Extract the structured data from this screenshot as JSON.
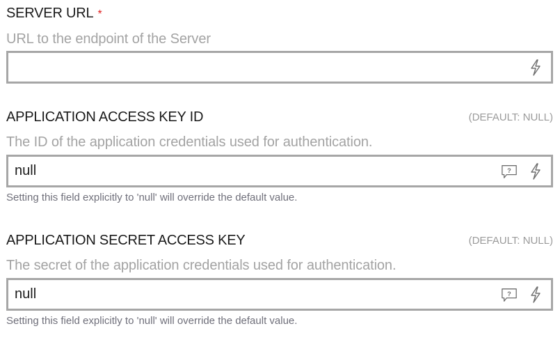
{
  "fields": [
    {
      "label": "SERVER URL",
      "required_marker": "*",
      "description": "URL to the endpoint of the Server",
      "value": "",
      "icons": [
        "lightning-icon"
      ]
    },
    {
      "label": "APPLICATION ACCESS KEY ID",
      "default": "(DEFAULT: NULL)",
      "description": "The ID of the application credentials used for authentication.",
      "value": "null",
      "hint": "Setting this field explicitly to 'null' will override the default value.",
      "icons": [
        "help-comment-icon",
        "lightning-icon"
      ]
    },
    {
      "label": "APPLICATION SECRET ACCESS KEY",
      "default": "(DEFAULT: NULL)",
      "description": "The secret of the application credentials used for authentication.",
      "value": "null",
      "hint": "Setting this field explicitly to 'null' will override the default value.",
      "icons": [
        "help-comment-icon",
        "lightning-icon"
      ]
    }
  ],
  "colors": {
    "required": "#e02020",
    "border": "#a6a6a6",
    "description": "#a3a3a3",
    "hint": "#6f6f7a"
  }
}
